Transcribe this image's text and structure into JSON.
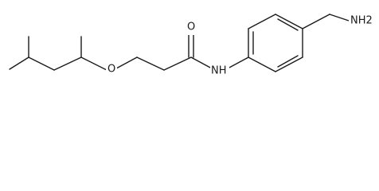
{
  "molecule": {
    "atoms": {
      "oxygen_ether": "O",
      "oxygen_carbonyl": "O",
      "nitrogen_amide": "NH",
      "nitrogen_amine": "NH2"
    }
  }
}
